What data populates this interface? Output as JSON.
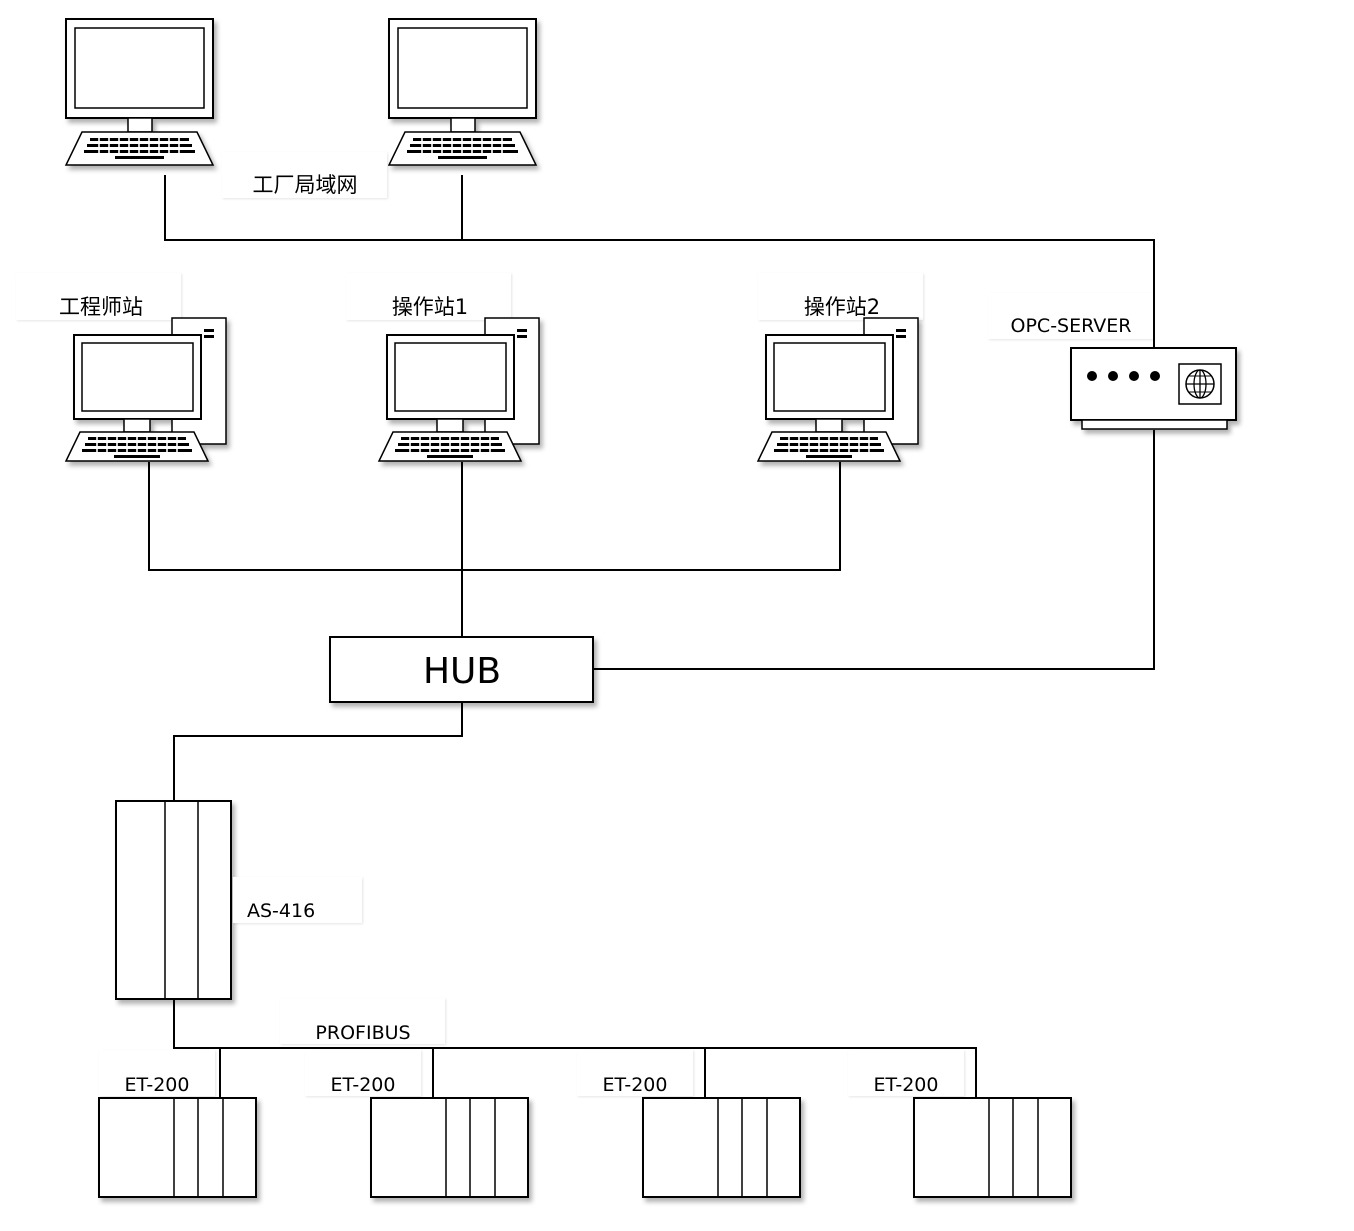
{
  "labels": {
    "factory_lan": "工厂局域网",
    "engineer_station": "工程师站",
    "operator_station_1": "操作站1",
    "operator_station_2": "操作站2",
    "opc_server": "OPC-SERVER",
    "hub": "HUB",
    "controller": "AS-416",
    "fieldbus": "PROFIBUS",
    "io_1": "ET-200",
    "io_2": "ET-200",
    "io_3": "ET-200",
    "io_4": "ET-200"
  },
  "icons": {
    "workstation": "desktop-computer-icon",
    "workstation_tower": "desktop-computer-with-tower-icon",
    "server": "network-server-globe-icon",
    "controller": "plc-rack-icon",
    "remote_io": "remote-io-rack-icon"
  }
}
